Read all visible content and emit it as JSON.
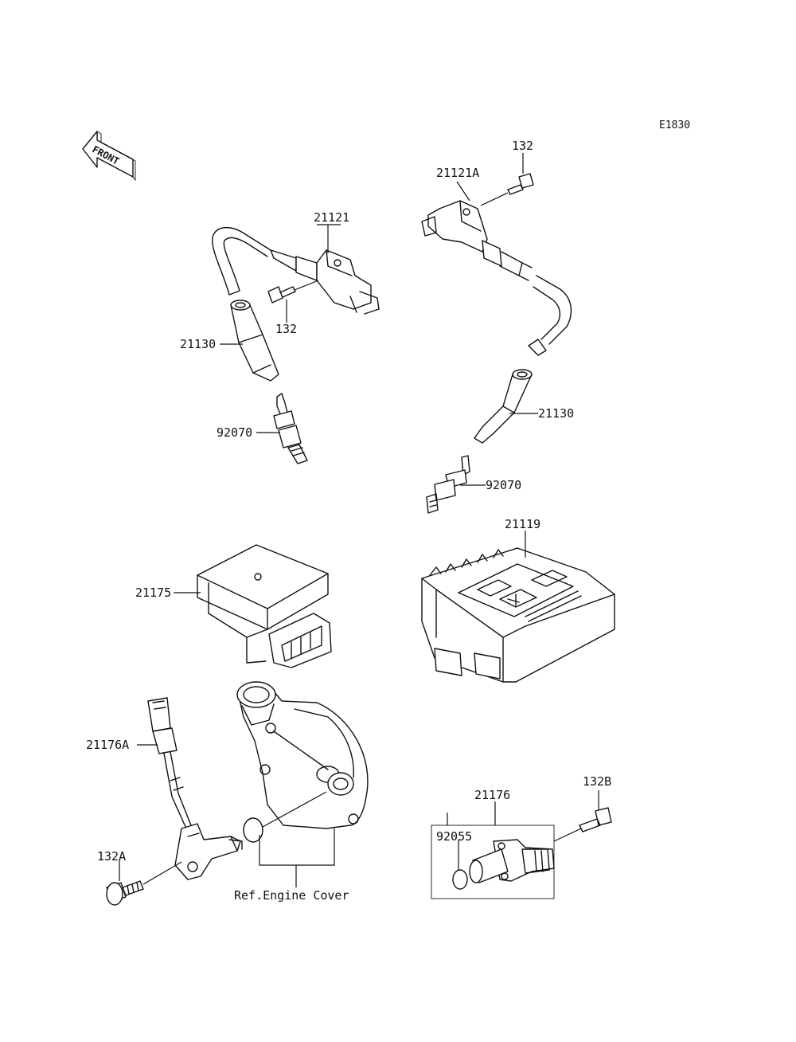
{
  "diagram_code": "E1830",
  "front_label": "FRONT",
  "labels": {
    "coil_left": "21121",
    "bolt_left": "132",
    "cap_left": "21130",
    "plug_left": "92070",
    "coil_right": "21121A",
    "bolt_right": "132",
    "cap_right": "21130",
    "plug_right": "92070",
    "ecu": "21119",
    "regulator": "21175",
    "sensor_left": "21176A",
    "bolt_sensor_left": "132A",
    "engine_cover_ref": "Ref.Engine Cover",
    "sensor_right": "21176",
    "oring_right": "92055",
    "bolt_sensor_right": "132B"
  }
}
